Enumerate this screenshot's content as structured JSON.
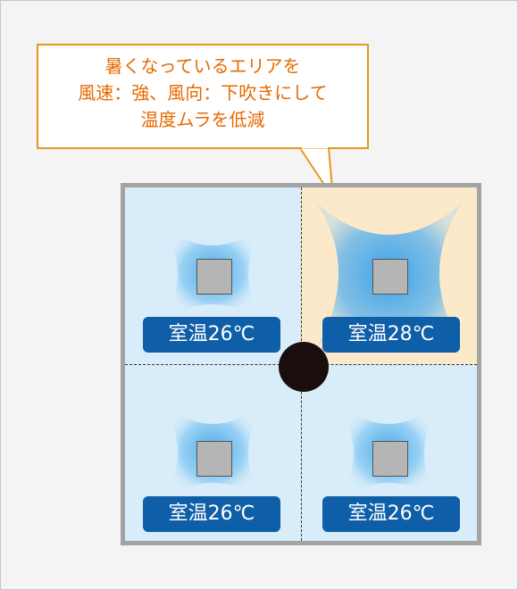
{
  "callout": {
    "lines": [
      "暑くなっているエリアを",
      "風速：強、風向：下吹きにして",
      "温度ムラを低減"
    ]
  },
  "rooms": [
    {
      "id": "top-left",
      "temp_label": "室温26℃",
      "hot": false
    },
    {
      "id": "top-right",
      "temp_label": "室温28℃",
      "hot": true
    },
    {
      "id": "bottom-left",
      "temp_label": "室温26℃",
      "hot": false
    },
    {
      "id": "bottom-right",
      "temp_label": "室温26℃",
      "hot": false
    }
  ],
  "colors": {
    "callout_border": "#e8961e",
    "callout_text": "#e66a00",
    "room_bg": "#d8edf9",
    "airflow": "#3aa0e8",
    "hot_zone": "#fbe9c9",
    "label_bg": "#0f5fa8",
    "wall": "#a3a3a3",
    "pillar": "#1a0d0d"
  },
  "icons": {
    "ac_unit": "ceiling-ac-unit-icon",
    "pillar": "column-pillar-icon"
  }
}
